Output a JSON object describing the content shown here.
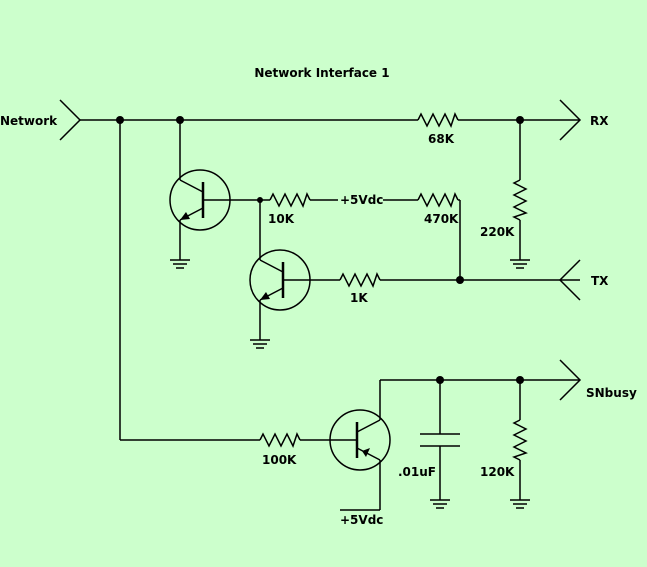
{
  "title": "Network Interface 1",
  "colors": {
    "background": "#ccffcc",
    "ink": "#000000"
  },
  "ports": {
    "network": "Network",
    "rx": "RX",
    "tx": "TX",
    "snbusy": "SNbusy"
  },
  "components": {
    "r_68k": "68K",
    "r_220k": "220K",
    "r_10k": "10K",
    "r_470k": "470K",
    "r_1k": "1K",
    "r_100k": "100K",
    "r_120k": "120K",
    "c_01uf": ".01uF"
  },
  "supply": {
    "mid": "+5Vdc",
    "bottom": "+5Vdc"
  }
}
